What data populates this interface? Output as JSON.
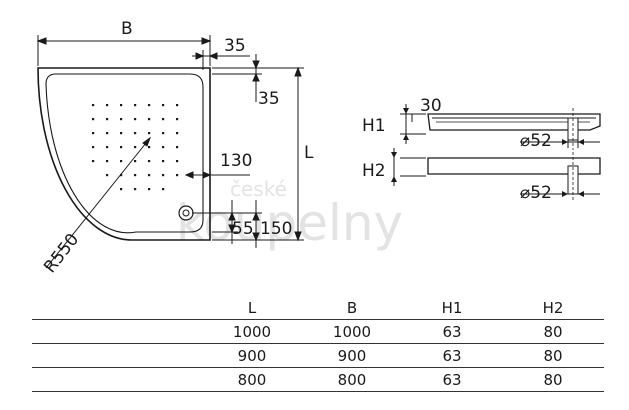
{
  "watermark": {
    "line1": "české",
    "line2": "koupelny"
  },
  "plan_view": {
    "width_label": "B",
    "length_label": "L",
    "offset_top_h": "35",
    "offset_top_v": "35",
    "drain_offset_x": "130",
    "drain_offset_y_small": "55",
    "drain_offset_y_large": "150",
    "radius_label": "R550"
  },
  "section_views": {
    "h1_label": "H1",
    "h1_dim": "30",
    "h1_drain": "⌀52",
    "h2_label": "H2",
    "h2_drain": "⌀52"
  },
  "table": {
    "headers": [
      "L",
      "B",
      "H1",
      "H2"
    ],
    "rows": [
      [
        "1000",
        "1000",
        "63",
        "80"
      ],
      [
        "900",
        "900",
        "63",
        "80"
      ],
      [
        "800",
        "800",
        "63",
        "80"
      ]
    ]
  }
}
